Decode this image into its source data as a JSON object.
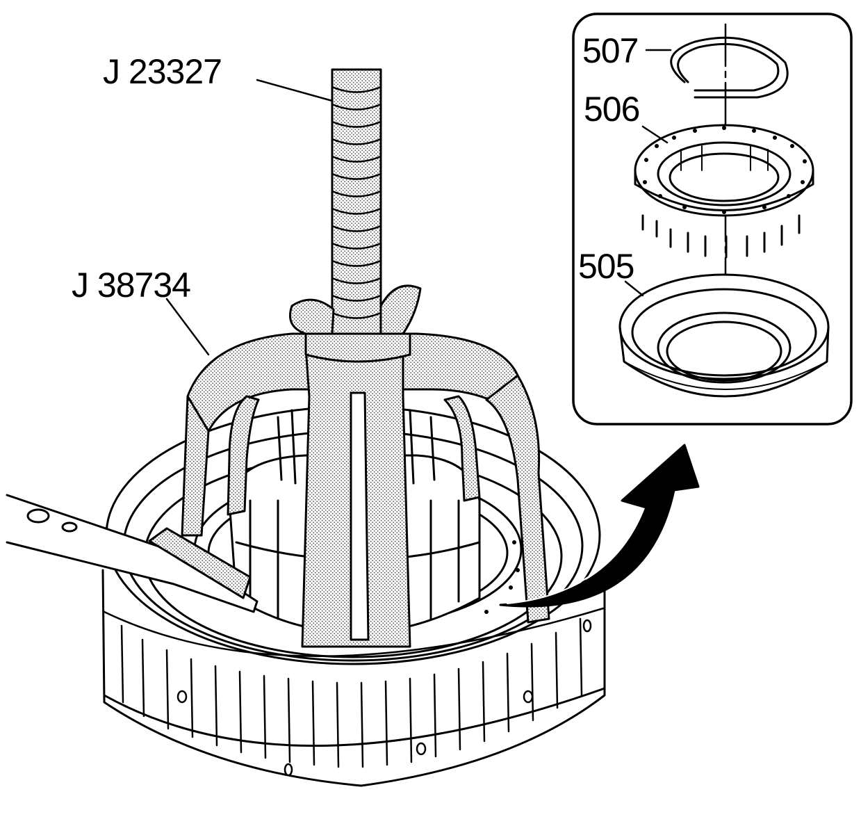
{
  "labels": {
    "tool_compressor": "J 23327",
    "tool_adapter": "J 38734",
    "part_507": "507",
    "part_506": "506",
    "part_505": "505"
  },
  "icons": {
    "arrow": "curved-arrow-icon"
  },
  "colors": {
    "ink": "#000000",
    "paper": "#ffffff",
    "stipple": "#9a9a9a"
  }
}
